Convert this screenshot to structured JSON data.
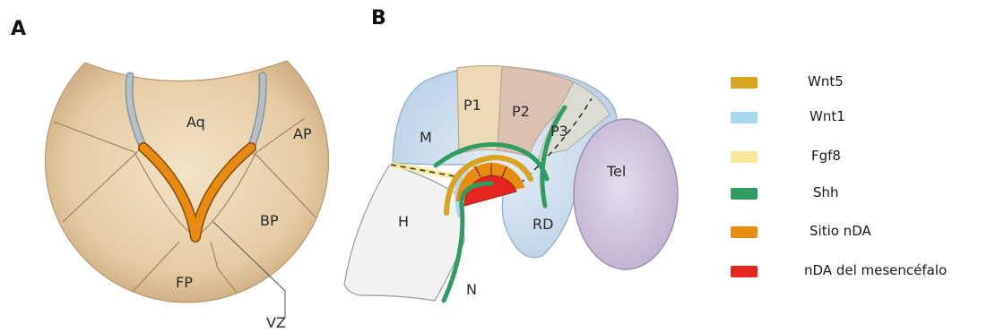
{
  "panels": {
    "a_letter": "A",
    "b_letter": "B"
  },
  "panel_a": {
    "labels": {
      "aq": "Aq",
      "ap": "AP",
      "bp": "BP",
      "fp": "FP",
      "vz": "VZ"
    }
  },
  "panel_b": {
    "labels": {
      "m": "M",
      "p1": "P1",
      "p2": "P2",
      "p3": "P3",
      "tel": "Tel",
      "h": "H",
      "rd": "RD",
      "n": "N"
    }
  },
  "legend": {
    "items": [
      {
        "label": "Wnt5",
        "color": "#d9a521"
      },
      {
        "label": "Wnt1",
        "color": "#a6d8f0"
      },
      {
        "label": "Fgf8",
        "color": "#f7e79a"
      },
      {
        "label": "Shh",
        "color": "#2f9d62"
      },
      {
        "label": "Sitio nDA",
        "color": "#e88c10"
      },
      {
        "label": "nDA del mesencéfalo",
        "color": "#e5261f"
      }
    ]
  },
  "colors": {
    "tan": "#e7cfa9",
    "tan_edge": "#c9a77a",
    "midbrain_blue": "#cfe0ef",
    "p2_pink": "#dcc0b2",
    "p3_gray": "#d9d9d2",
    "tel_purple": "#d6cde0",
    "hind_white": "#f4f4f4",
    "ventricle_gray": "#a9b4bd",
    "orange": "#e88c10",
    "red": "#e5261f",
    "green": "#2f9d62",
    "gold": "#d9a521",
    "lightblue": "#a6d8f0",
    "yellow": "#f7e79a"
  }
}
